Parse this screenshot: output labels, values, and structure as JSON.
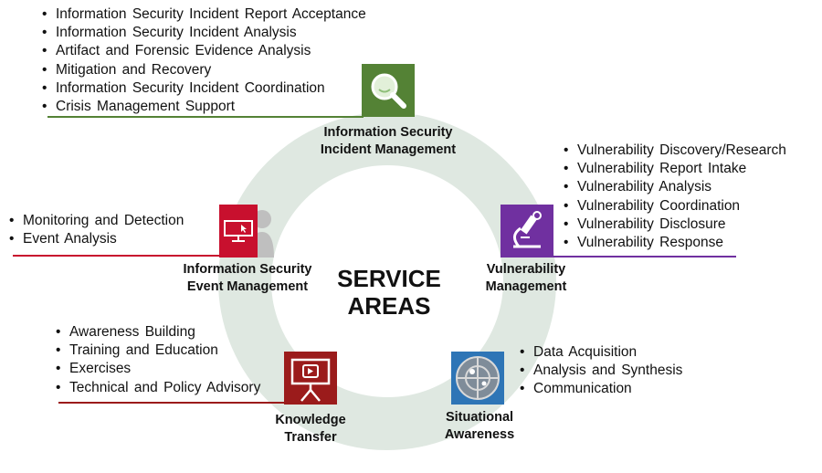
{
  "center": {
    "line1": "SERVICE",
    "line2": "AREAS"
  },
  "colors": {
    "ring": "#dfe8e1",
    "incident": "#548235",
    "vulnerability": "#7030a0",
    "situational": "#2e75b6",
    "knowledge": "#9b1b1b",
    "event": "#c8102e",
    "event_figure": "#bfbfbf"
  },
  "areas": {
    "incident": {
      "title_line1": "Information Security",
      "title_line2": "Incident Management",
      "icon": "magnifying-glass-icon",
      "items": [
        "Information Security Incident Report Acceptance",
        "Information Security Incident Analysis",
        "Artifact and Forensic Evidence Analysis",
        "Mitigation and Recovery",
        "Information Security Incident Coordination",
        "Crisis Management Support"
      ]
    },
    "vulnerability": {
      "title_line1": "Vulnerability",
      "title_line2": "Management",
      "icon": "microscope-icon",
      "items": [
        "Vulnerability Discovery/Research",
        "Vulnerability Report Intake",
        "Vulnerability Analysis",
        "Vulnerability Coordination",
        "Vulnerability Disclosure",
        "Vulnerability Response"
      ]
    },
    "event": {
      "title_line1": "Information Security",
      "title_line2": "Event Management",
      "icon": "monitor-user-icon",
      "items": [
        "Monitoring and Detection",
        "Event Analysis"
      ]
    },
    "knowledge": {
      "title_line1": "Knowledge",
      "title_line2": "Transfer",
      "icon": "presentation-board-icon",
      "items": [
        "Awareness Building",
        "Training and Education",
        "Exercises",
        "Technical and Policy Advisory"
      ]
    },
    "situational": {
      "title_line1": "Situational",
      "title_line2": "Awareness",
      "icon": "radar-icon",
      "items": [
        "Data Acquisition",
        "Analysis and Synthesis",
        "Communication"
      ]
    }
  }
}
